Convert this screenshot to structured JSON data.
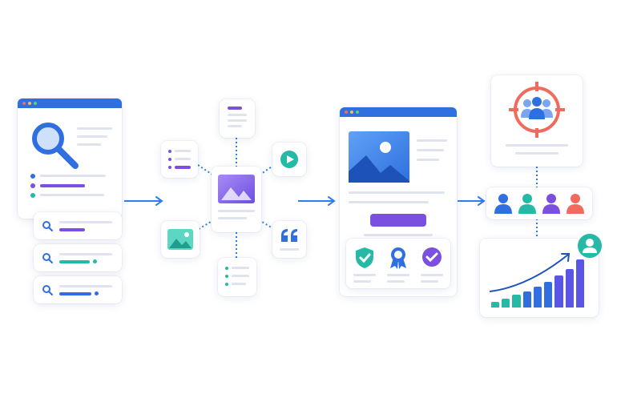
{
  "colors": {
    "blue": "#2f6fe0",
    "purple": "#7b4fe0",
    "teal": "#25b9a6",
    "coral": "#f06a5d",
    "line": "#dfe3ee",
    "arrow": "#2f7de8"
  },
  "icons": [
    "search-icon",
    "image-icon",
    "play-icon",
    "quote-icon",
    "shield-check-icon",
    "ribbon-award-icon",
    "check-badge-icon",
    "target-icon",
    "user-group-icon",
    "user-icon",
    "trend-arrow-icon"
  ],
  "growth_chart": {
    "bars": [
      0.12,
      0.18,
      0.26,
      0.34,
      0.44,
      0.54,
      0.66,
      0.8,
      1.0
    ]
  },
  "audience_people": [
    "blue",
    "teal",
    "purple",
    "coral"
  ]
}
